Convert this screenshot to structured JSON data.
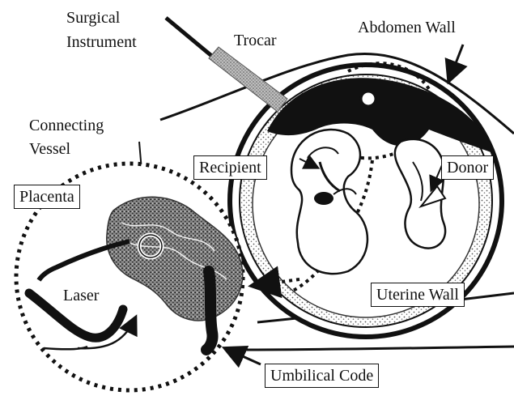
{
  "labels": {
    "surgical_instrument_line1": "Surgical",
    "surgical_instrument_line2": "Instrument",
    "trocar": "Trocar",
    "abdomen_wall": "Abdomen Wall",
    "connecting_vessel_line1": "Connecting",
    "connecting_vessel_line2": "Vessel",
    "recipient": "Recipient",
    "donor": "Donor",
    "placenta": "Placenta",
    "laser": "Laser",
    "uterine_wall": "Uterine Wall",
    "umbilical_code": "Umbilical Code"
  }
}
